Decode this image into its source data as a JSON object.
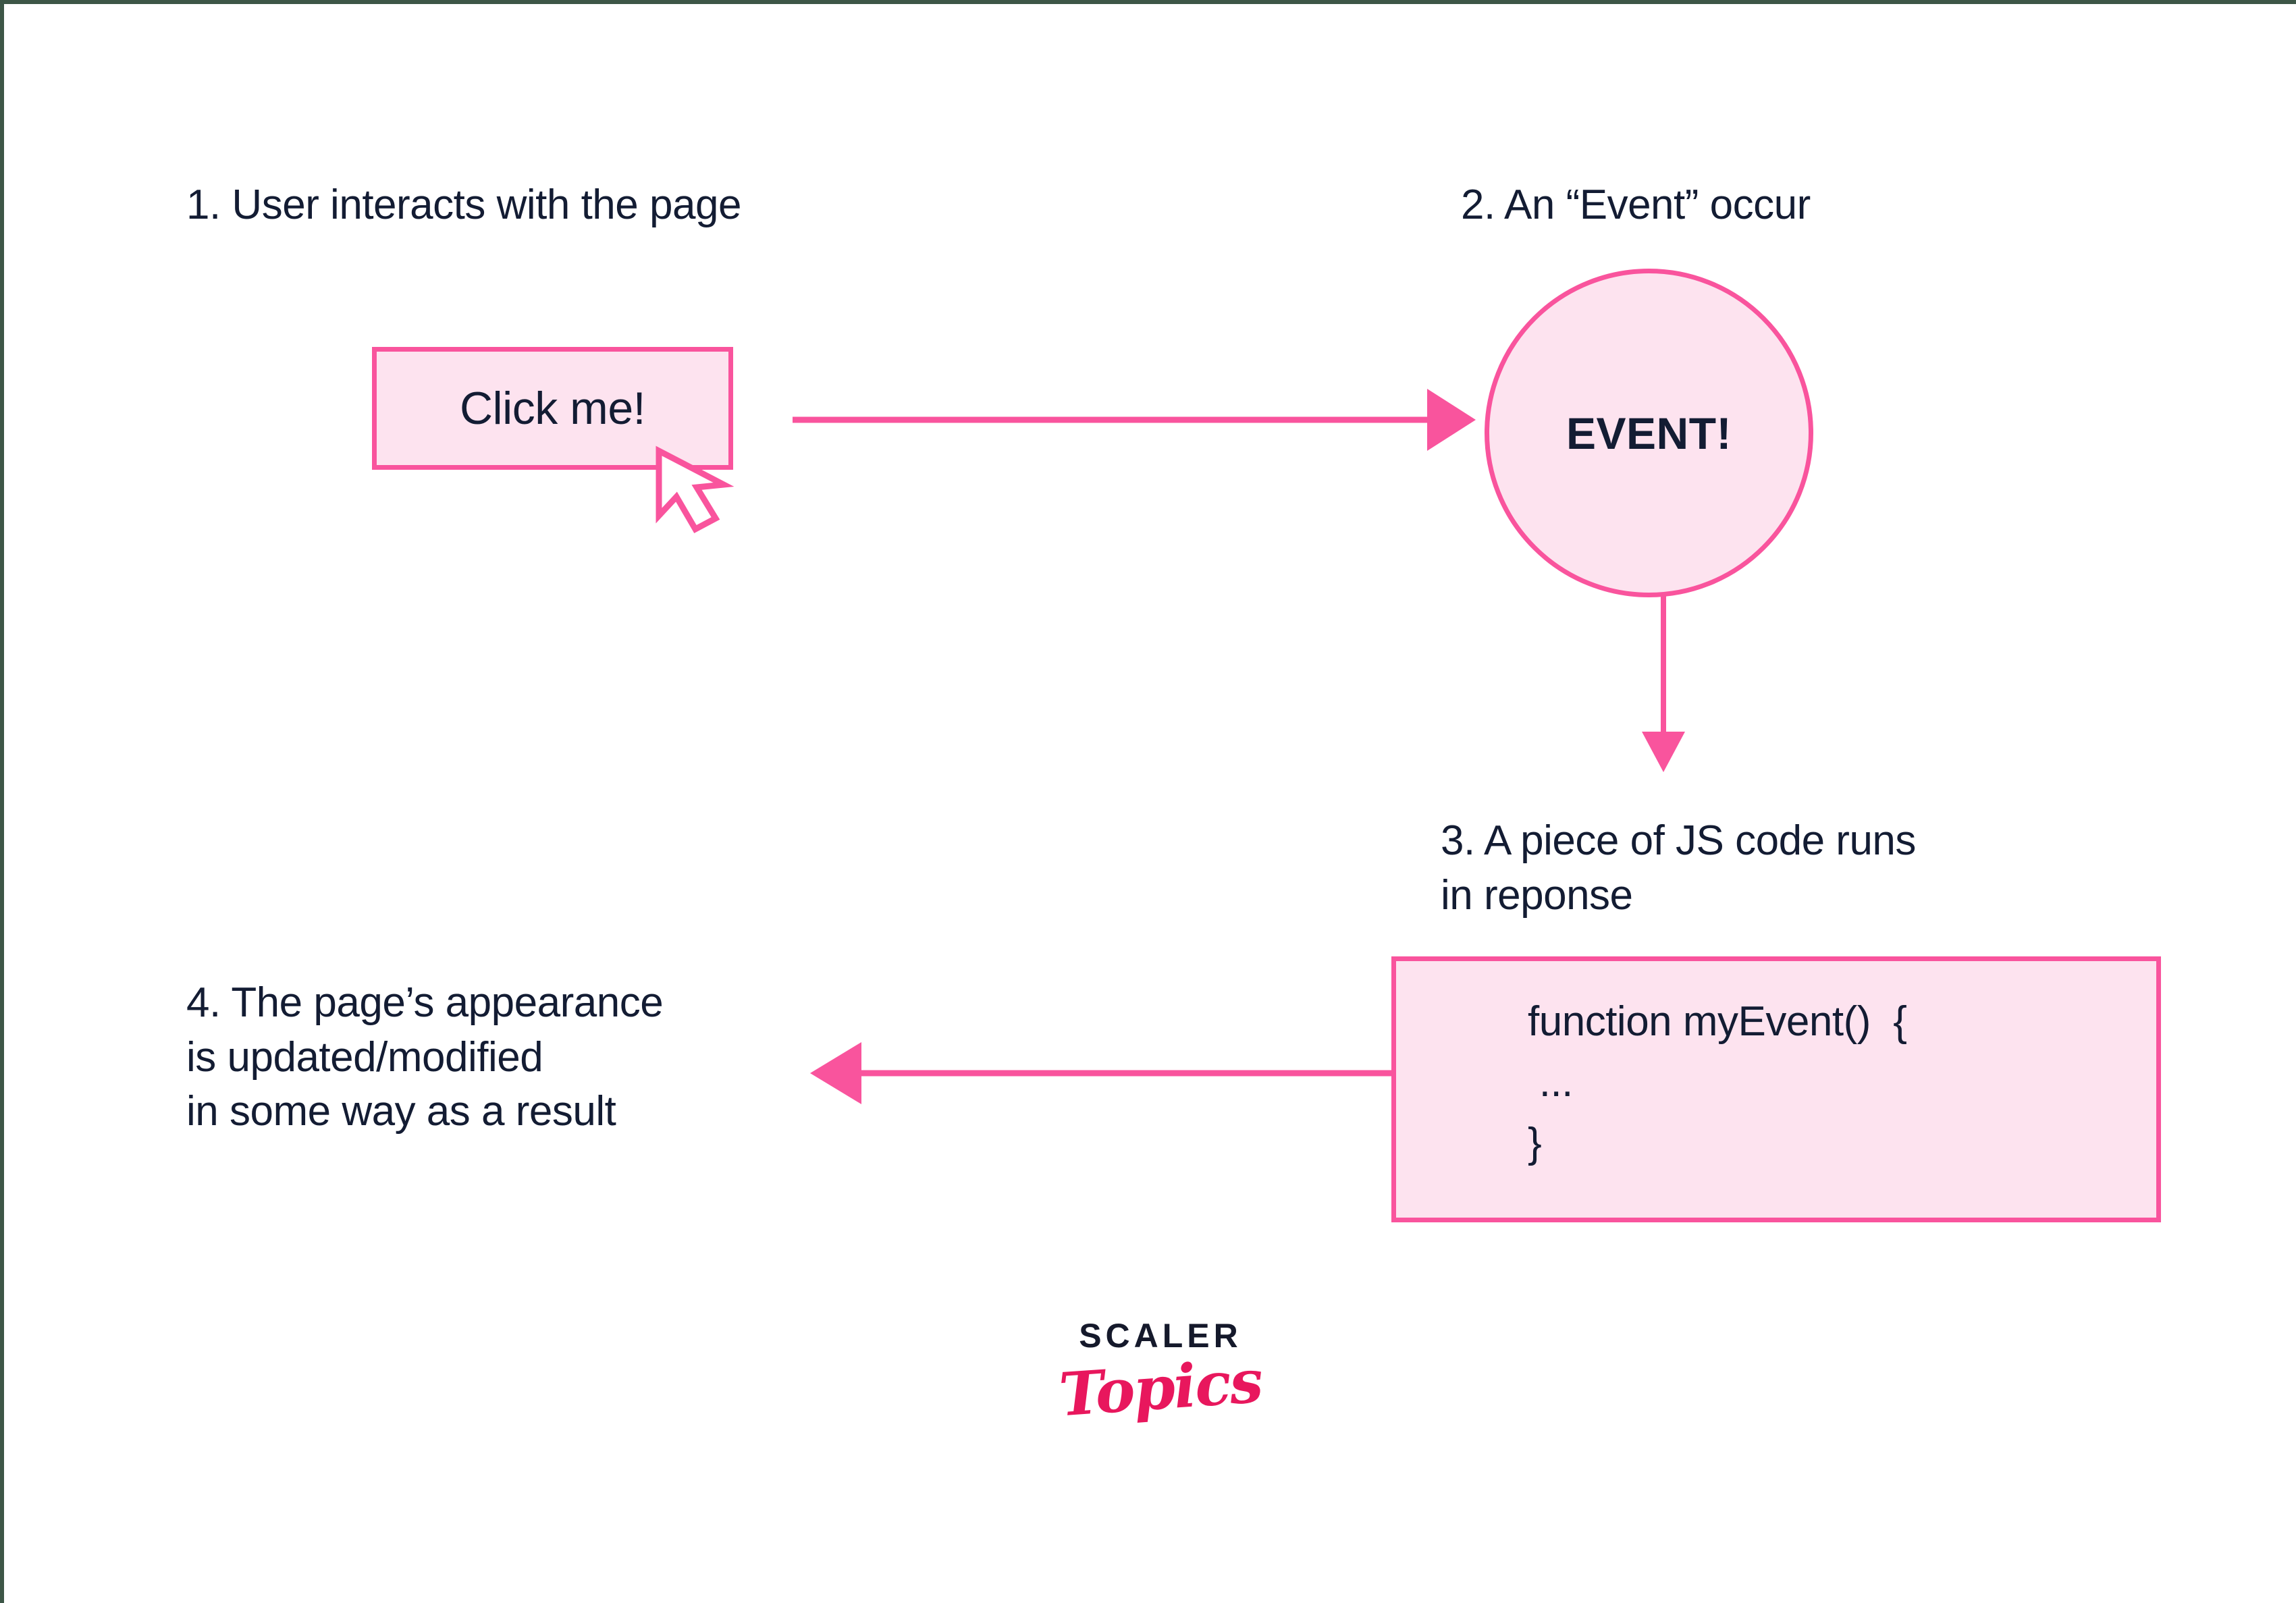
{
  "page": {
    "background_color": "#ffffff",
    "frame_border_color": "#3d5647",
    "accent_stroke": "#f9549d",
    "accent_fill": "#fde3ef",
    "text_color": "#131c33"
  },
  "steps": {
    "step1_label": "1. User interacts with the page",
    "step2_label": "2. An “Event” occur",
    "step3_label": "3. A piece of JS code runs\n    in reponse",
    "step4_label": "4. The page’s appearance\n    is updated/modified\n    in some way as a result"
  },
  "button": {
    "label": "Click me!"
  },
  "event_node": {
    "label": "EVENT!"
  },
  "code_box": {
    "code": "function myEvent()  {\n ...\n}"
  },
  "arrows": [
    {
      "name": "button-to-event-arrow",
      "direction": "right"
    },
    {
      "name": "event-to-code-arrow",
      "direction": "down"
    },
    {
      "name": "code-to-page-arrow",
      "direction": "left"
    }
  ],
  "logo": {
    "primary": "SCALER",
    "secondary": "Topics",
    "primary_color": "#15192b",
    "secondary_color": "#e8175d"
  }
}
